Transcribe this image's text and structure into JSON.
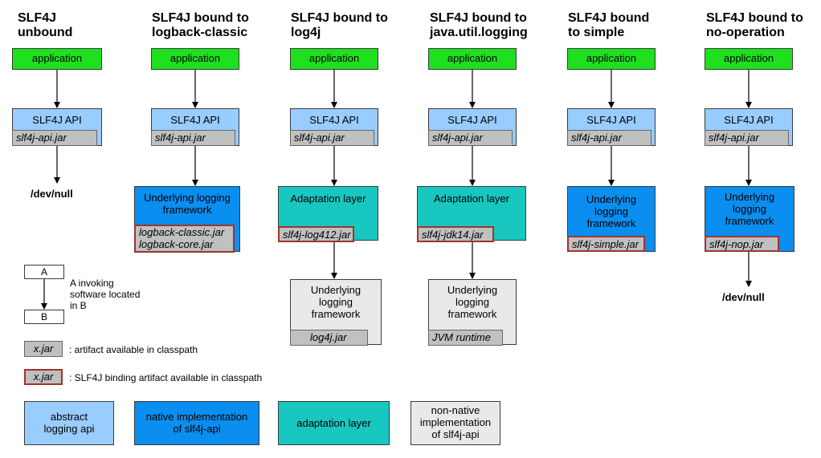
{
  "columns": [
    {
      "title": "SLF4J\nunbound",
      "app": "application",
      "api": "SLF4J API",
      "api_jar": "slf4j-api.jar",
      "sink": "/dev/null"
    },
    {
      "title": "SLF4J bound to\nlogback-classic",
      "app": "application",
      "api": "SLF4J API",
      "api_jar": "slf4j-api.jar",
      "impl_label": "Underlying logging\nframework",
      "impl_jar": "logback-classic.jar\nlogback-core.jar"
    },
    {
      "title": "SLF4J bound to\nlog4j",
      "app": "application",
      "api": "SLF4J API",
      "api_jar": "slf4j-api.jar",
      "adapt_label": "Adaptation layer",
      "adapt_jar": "slf4j-log412.jar",
      "under_label": "Underlying\nlogging\nframework",
      "under_jar": "log4j.jar"
    },
    {
      "title": "SLF4J bound to\njava.util.logging",
      "app": "application",
      "api": "SLF4J API",
      "api_jar": "slf4j-api.jar",
      "adapt_label": "Adaptation layer",
      "adapt_jar": "slf4j-jdk14.jar",
      "under_label": "Underlying\nlogging\nframework",
      "under_jar": "JVM runtime"
    },
    {
      "title": "SLF4J bound\nto simple",
      "app": "application",
      "api": "SLF4J API",
      "api_jar": "slf4j-api.jar",
      "impl_label": "Underlying\nlogging\nframework",
      "impl_jar": "slf4j-simple.jar"
    },
    {
      "title": "SLF4J bound to\nno-operation",
      "app": "application",
      "api": "SLF4J API",
      "api_jar": "slf4j-api.jar",
      "impl_label": "Underlying\nlogging\nframework",
      "impl_jar": "slf4j-nop.jar",
      "sink": "/dev/null"
    }
  ],
  "legend": {
    "box_a": "A",
    "box_b": "B",
    "invoke_text": "A invoking\nsoftware located\nin B",
    "jar_sample": "x.jar",
    "jar_text": ": artifact available in classpath",
    "binding_sample": "x.jar",
    "binding_text": ": SLF4J binding artifact available in classpath",
    "abstract": "abstract\nlogging api",
    "native": "native implementation\nof slf4j-api",
    "adaptation": "adaptation layer",
    "nonnative": "non-native\nimplementation\nof slf4j-api"
  },
  "colors": {
    "application": "#1ee01e",
    "abstract_api": "#99ccff",
    "native_impl": "#0a8ef0",
    "adaptation": "#17c7c0",
    "non_native": "#e9e9e9",
    "jar": "#c0c0c0",
    "binding_border": "#a0342c"
  }
}
